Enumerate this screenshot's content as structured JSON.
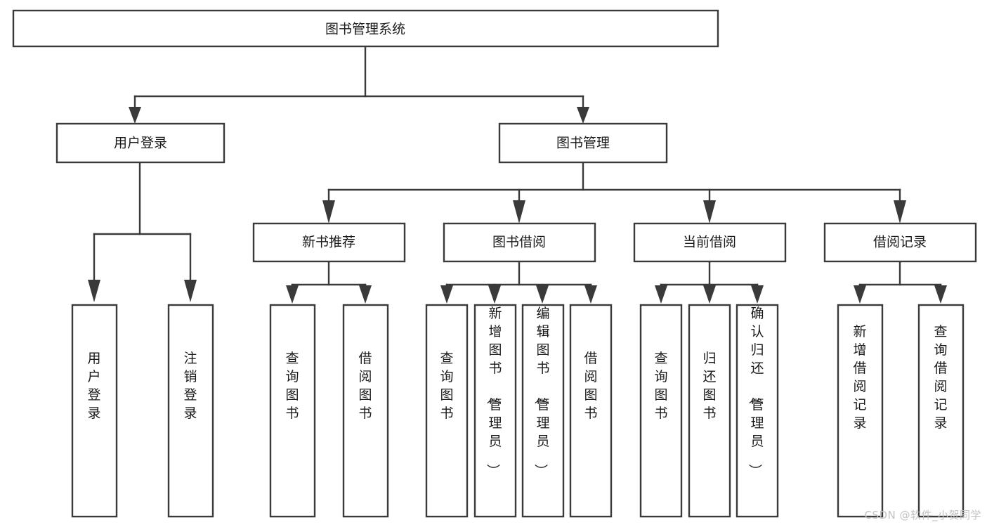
{
  "diagram": {
    "title": "图书管理系统",
    "type": "tree",
    "orientation": "top-down",
    "theme": {
      "background": "#ffffff",
      "box_fill": "#ffffff",
      "box_stroke": "#3a3a3a",
      "connector_color": "#3a3a3a",
      "text_color": "#1a1a1a",
      "watermark_color": "#c2c2c2"
    },
    "levels": {
      "root": {
        "label": "图书管理系统"
      },
      "level2": [
        {
          "label": "用户登录"
        },
        {
          "label": "图书管理"
        }
      ],
      "level3": [
        {
          "label": "新书推荐"
        },
        {
          "label": "图书借阅"
        },
        {
          "label": "当前借阅"
        },
        {
          "label": "借阅记录"
        }
      ],
      "leaves": {
        "user_login": [
          {
            "label": "用户登录"
          },
          {
            "label": "注销登录"
          }
        ],
        "new_book_recommend": [
          {
            "label": "查询图书"
          },
          {
            "label": "借阅图书"
          }
        ],
        "book_borrow": [
          {
            "label": "查询图书"
          },
          {
            "label": "新增图书（管理员）"
          },
          {
            "label": "编辑图书（管理员）"
          },
          {
            "label": "借阅图书"
          }
        ],
        "current_borrow": [
          {
            "label": "查询图书"
          },
          {
            "label": "归还图书"
          },
          {
            "label": "确认归还（管理员）"
          }
        ],
        "borrow_record": [
          {
            "label": "新增借阅记录"
          },
          {
            "label": "查询借阅记录"
          }
        ]
      }
    },
    "watermark": "CSDN @软件_小贺同学"
  }
}
